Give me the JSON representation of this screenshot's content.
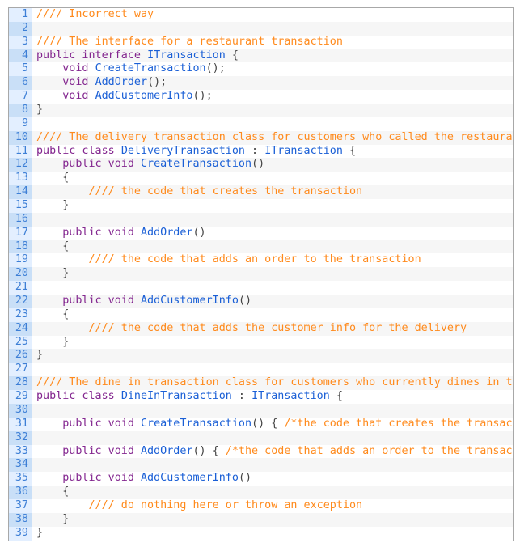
{
  "colors": {
    "comment": "#ff8a1c",
    "keyword": "#83268f",
    "function": "#1a5fd6",
    "punctuation": "#444444",
    "line_number": "#3d7fd6"
  },
  "lines": [
    [
      [
        "c",
        "//// Incorrect way"
      ]
    ],
    [],
    [
      [
        "c",
        "//// The interface for a restaurant transaction"
      ]
    ],
    [
      [
        "k",
        "public interface "
      ],
      [
        "f",
        "ITransaction"
      ],
      [
        "p",
        " {"
      ]
    ],
    [
      [
        "k",
        "    void "
      ],
      [
        "f",
        "CreateTransaction"
      ],
      [
        "p",
        "();"
      ]
    ],
    [
      [
        "k",
        "    void "
      ],
      [
        "f",
        "AddOrder"
      ],
      [
        "p",
        "();"
      ]
    ],
    [
      [
        "k",
        "    void "
      ],
      [
        "f",
        "AddCustomerInfo"
      ],
      [
        "p",
        "();"
      ]
    ],
    [
      [
        "p",
        "}"
      ]
    ],
    [],
    [
      [
        "c",
        "//// The delivery transaction class for customers who called the restaura"
      ]
    ],
    [
      [
        "k",
        "public class "
      ],
      [
        "f",
        "DeliveryTransaction"
      ],
      [
        "p",
        " : "
      ],
      [
        "f",
        "ITransaction"
      ],
      [
        "p",
        " {"
      ]
    ],
    [
      [
        "k",
        "    public void "
      ],
      [
        "f",
        "CreateTransaction"
      ],
      [
        "p",
        "()"
      ]
    ],
    [
      [
        "p",
        "    {"
      ]
    ],
    [
      [
        "c",
        "        //// the code that creates the transaction"
      ]
    ],
    [
      [
        "p",
        "    }"
      ]
    ],
    [],
    [
      [
        "k",
        "    public void "
      ],
      [
        "f",
        "AddOrder"
      ],
      [
        "p",
        "()"
      ]
    ],
    [
      [
        "p",
        "    {"
      ]
    ],
    [
      [
        "c",
        "        //// the code that adds an order to the transaction"
      ]
    ],
    [
      [
        "p",
        "    }"
      ]
    ],
    [],
    [
      [
        "k",
        "    public void "
      ],
      [
        "f",
        "AddCustomerInfo"
      ],
      [
        "p",
        "()"
      ]
    ],
    [
      [
        "p",
        "    {"
      ]
    ],
    [
      [
        "c",
        "        //// the code that adds the customer info for the delivery"
      ]
    ],
    [
      [
        "p",
        "    }"
      ]
    ],
    [
      [
        "p",
        "}"
      ]
    ],
    [],
    [
      [
        "c",
        "//// The dine in transaction class for customers who currently dines in t"
      ]
    ],
    [
      [
        "k",
        "public class "
      ],
      [
        "f",
        "DineInTransaction"
      ],
      [
        "p",
        " : "
      ],
      [
        "f",
        "ITransaction"
      ],
      [
        "p",
        " {"
      ]
    ],
    [],
    [
      [
        "k",
        "    public void "
      ],
      [
        "f",
        "CreateTransaction"
      ],
      [
        "p",
        "() { "
      ],
      [
        "c",
        "/*the code that creates the transac"
      ]
    ],
    [],
    [
      [
        "k",
        "    public void "
      ],
      [
        "f",
        "AddOrder"
      ],
      [
        "p",
        "() { "
      ],
      [
        "c",
        "/*the code that adds an order to the transac"
      ]
    ],
    [],
    [
      [
        "k",
        "    public void "
      ],
      [
        "f",
        "AddCustomerInfo"
      ],
      [
        "p",
        "()"
      ]
    ],
    [
      [
        "p",
        "    {"
      ]
    ],
    [
      [
        "c",
        "        //// do nothing here or throw an exception"
      ]
    ],
    [
      [
        "p",
        "    }"
      ]
    ],
    [
      [
        "p",
        "}"
      ]
    ]
  ]
}
